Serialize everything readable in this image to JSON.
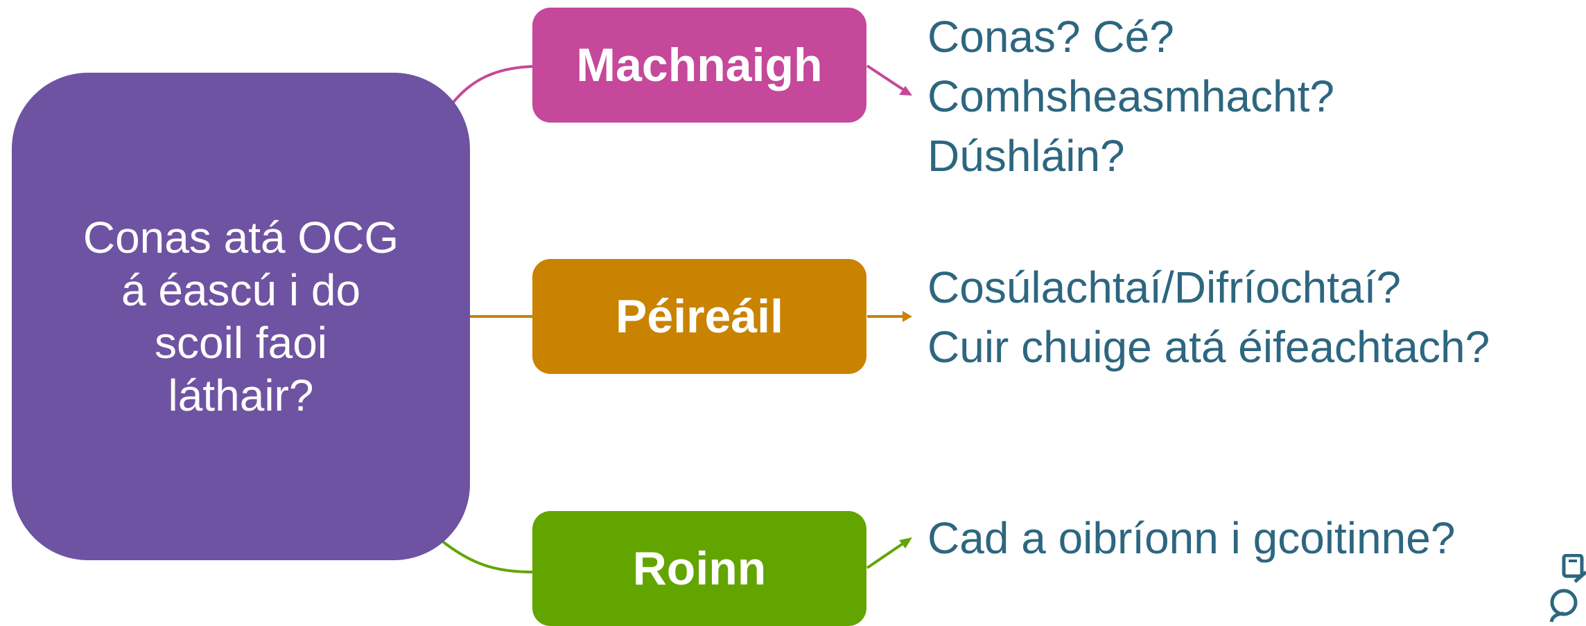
{
  "main_question": "Conas atá OCG\ná éascú i do\nscoil faoi\nláthair?",
  "steps": [
    {
      "label": "Machnaigh",
      "color": "#c5489a",
      "notes": [
        "Conas? Cé?",
        "Comhsheasmhacht?",
        "Dúshláin?"
      ]
    },
    {
      "label": "Péireáil",
      "color": "#c98300",
      "notes": [
        "Cosúlachtaí/Difríochtaí?",
        "Cuir chuige atá éifeachtach?"
      ]
    },
    {
      "label": "Roinn",
      "color": "#63a500",
      "notes": [
        "Cad a oibríonn i gcoitinne?"
      ]
    }
  ],
  "colors": {
    "main_box": "#6e53a2",
    "note_text": "#2d6680",
    "icon": "#2d6680"
  },
  "icons": {
    "corner": "people-icon"
  }
}
